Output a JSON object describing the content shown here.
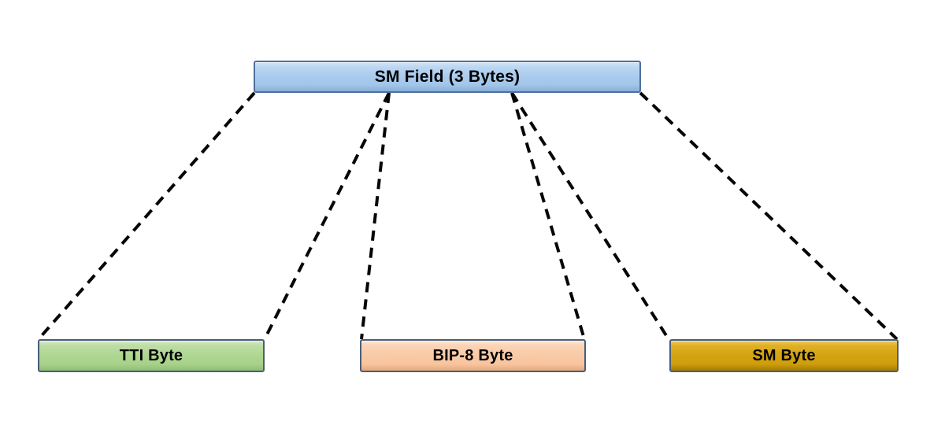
{
  "diagram": {
    "type": "hierarchy-breakout",
    "root": {
      "label": "SM Field (3 Bytes)",
      "fill": "#a8cbee",
      "border": "#4f6f9e"
    },
    "children": [
      {
        "label": "TTI Byte",
        "fill": "#aed691",
        "border": "#4a5e78"
      },
      {
        "label": "BIP-8 Byte",
        "fill": "#f9caa6",
        "border": "#4a5e78"
      },
      {
        "label": "SM Byte",
        "fill": "#d4a312",
        "border": "#4a5e78"
      }
    ],
    "connectors": {
      "style": "dashed",
      "color": "#000000",
      "meaning": "each third of the SM Field expands into one byte box"
    },
    "text_color": "#000000",
    "background": "#ffffff"
  }
}
